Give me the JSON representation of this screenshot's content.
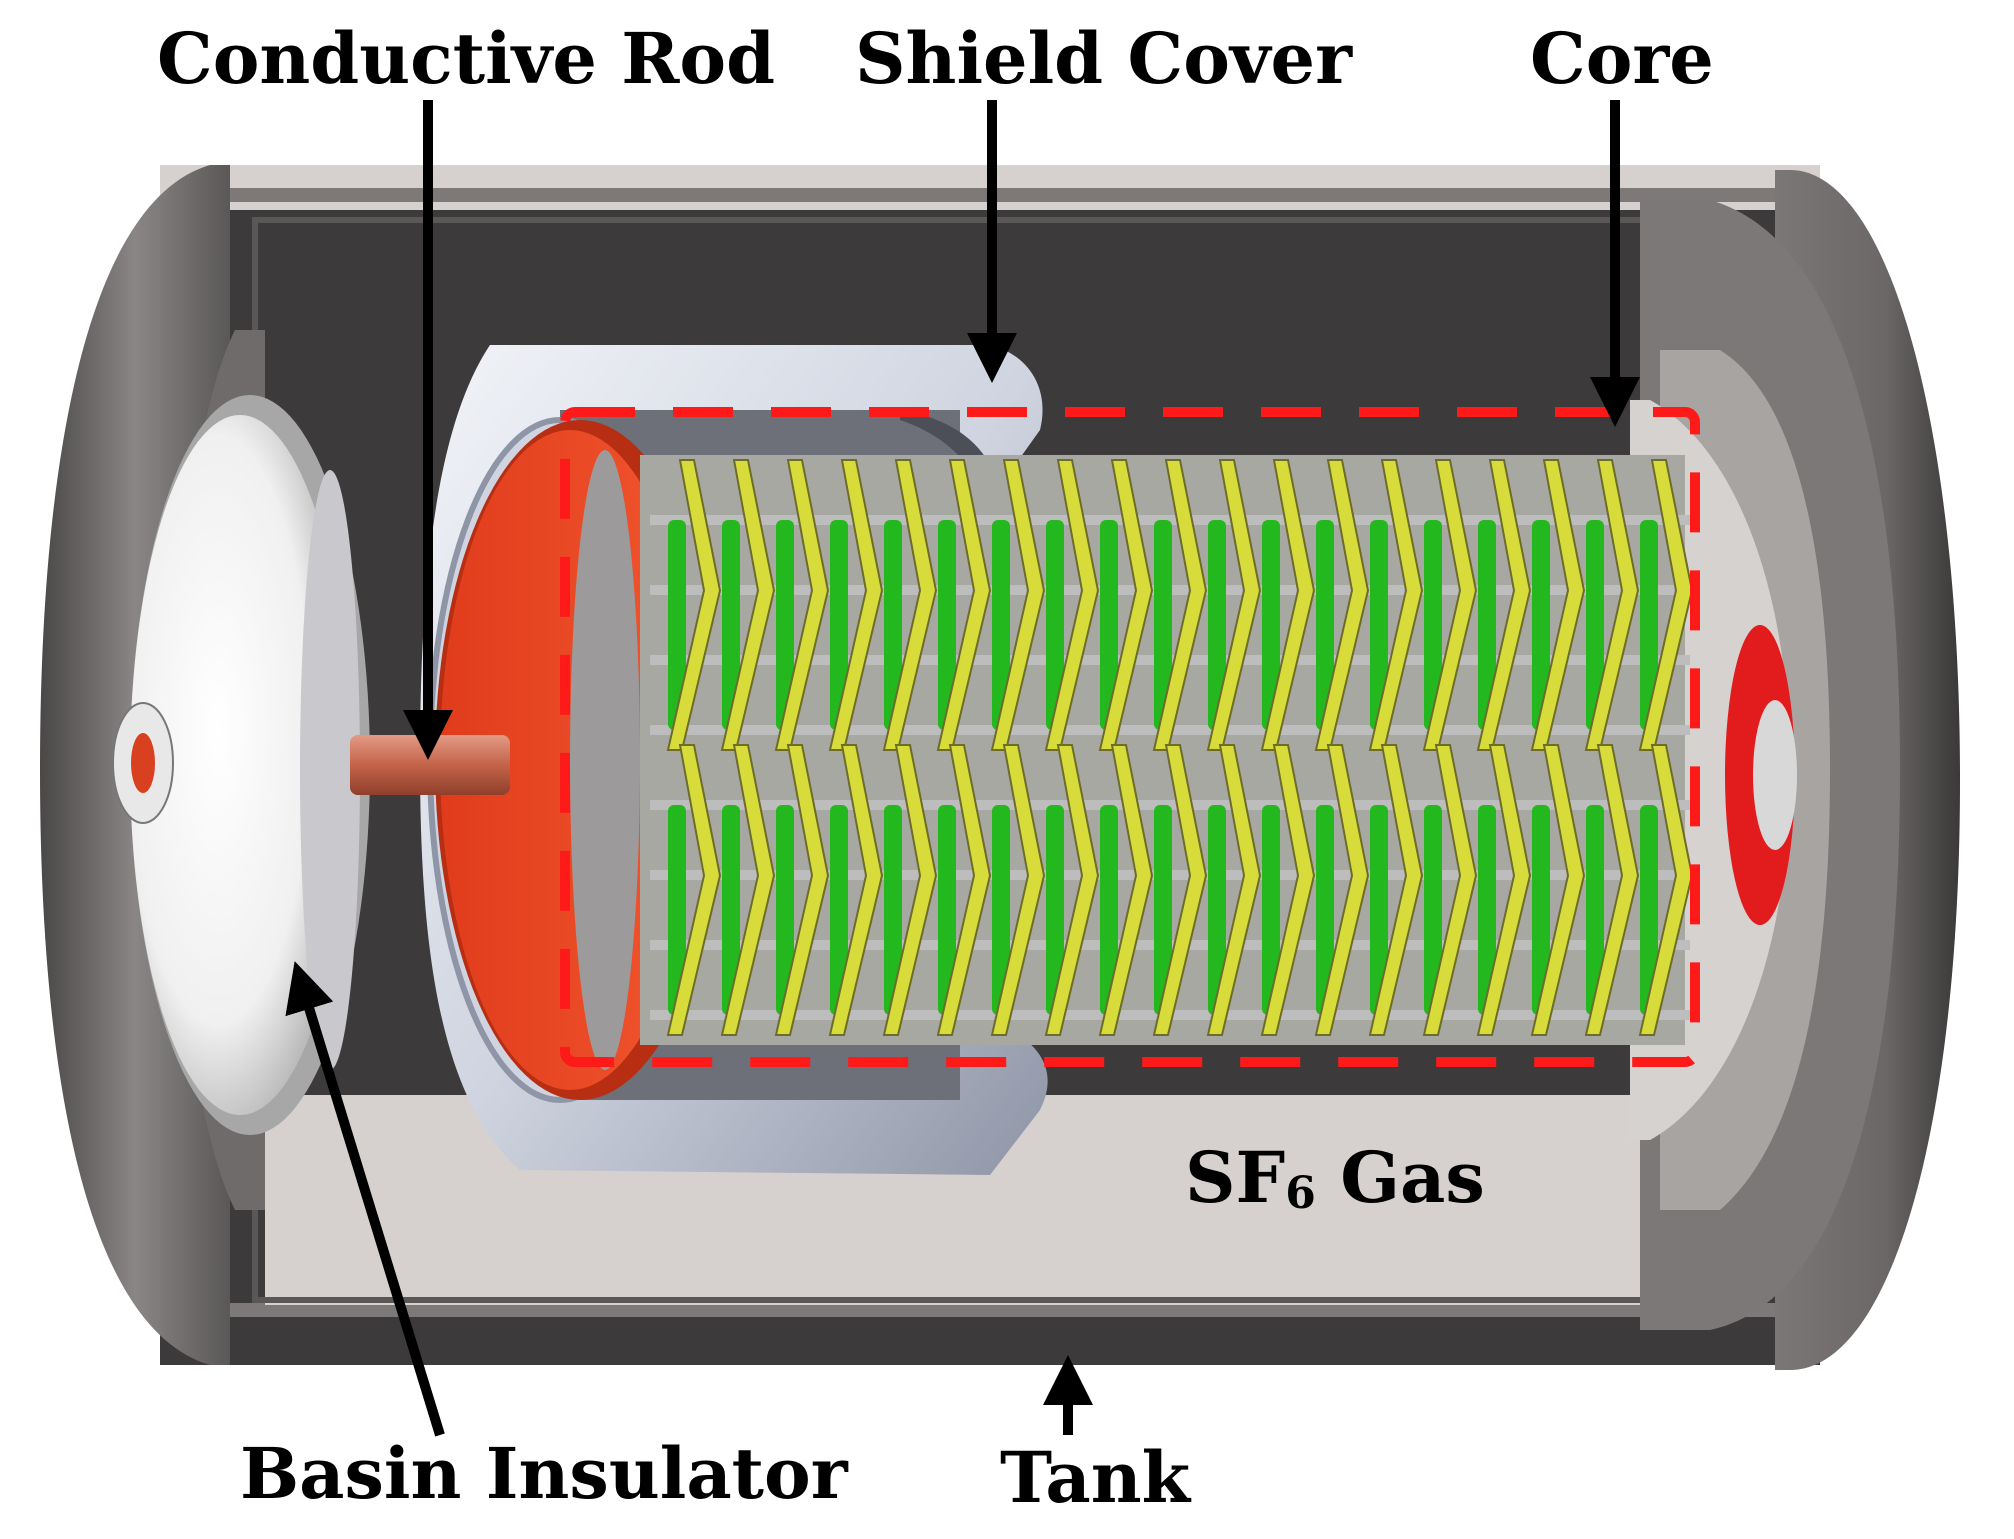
{
  "labels": {
    "conductive_rod": "Conductive Rod",
    "shield_cover": "Shield Cover",
    "core": "Core",
    "basin_insulator": "Basin Insulator",
    "tank": "Tank",
    "gas_main": "SF",
    "gas_sub": "6",
    "gas_tail": " Gas"
  },
  "colors": {
    "tank_dark": "#3d3a3b",
    "tank_interior": "#d5d0cd",
    "flange": "#6e6b6b",
    "electrode_red": "#d8401f",
    "rod_copper": "#c4634a",
    "coil_yellow": "#d8dc3a",
    "coil_green": "#22b81e",
    "highlight_red": "#ff1a1a",
    "shield_silver": "#dfe3ec"
  }
}
